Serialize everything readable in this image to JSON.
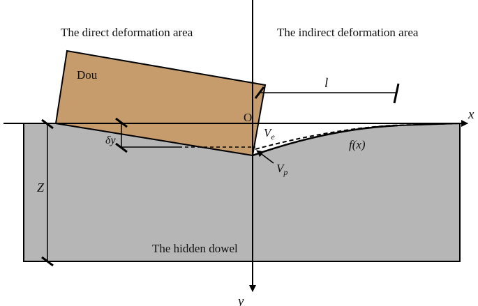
{
  "labels": {
    "direct_area": "The direct deformation area",
    "indirect_area": "The indirect deformation area",
    "dou": "Dou",
    "l": "l",
    "x_axis": "x",
    "y_axis": "y",
    "origin": "O",
    "ve": "V",
    "ve_sub": "e",
    "vp": "V",
    "vp_sub": "p",
    "fx": "f(x)",
    "delta_y": "δy",
    "z": "Z",
    "hidden_dowel": "The hidden dowel"
  },
  "colors": {
    "dou_fill": "#c69c6d",
    "dowel_fill": "#b6b6b6",
    "ink": "#000000"
  }
}
